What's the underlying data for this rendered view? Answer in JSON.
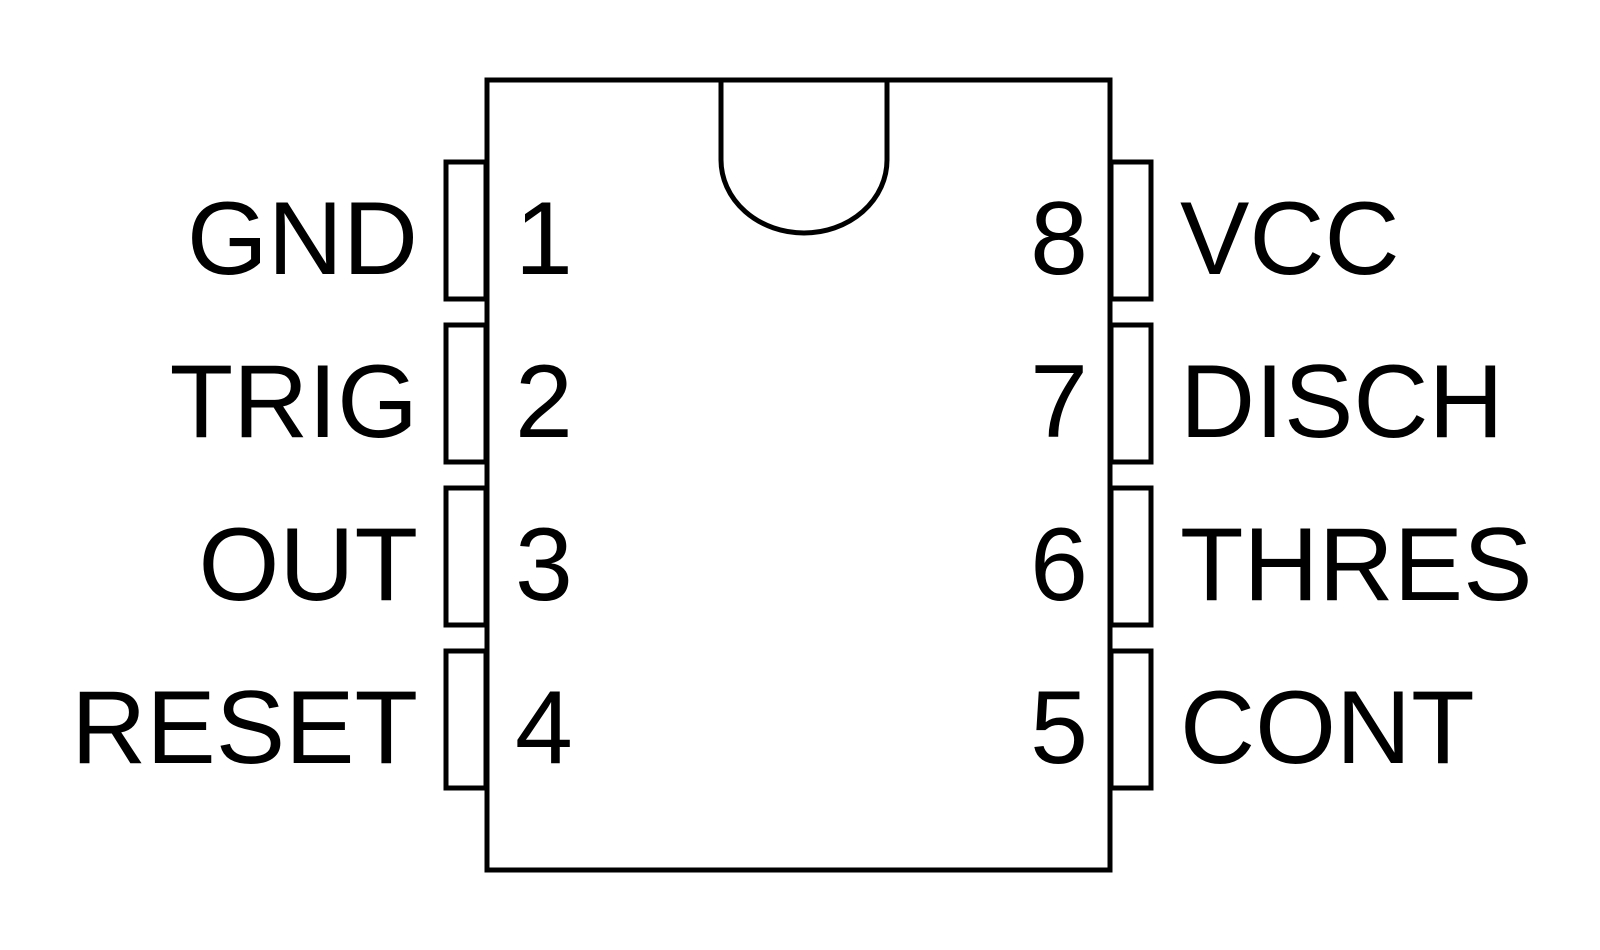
{
  "chip": {
    "left_pins": [
      {
        "number": "1",
        "name": "GND"
      },
      {
        "number": "2",
        "name": "TRIG"
      },
      {
        "number": "3",
        "name": "OUT"
      },
      {
        "number": "4",
        "name": "RESET"
      }
    ],
    "right_pins": [
      {
        "number": "8",
        "name": "VCC"
      },
      {
        "number": "7",
        "name": "DISCH"
      },
      {
        "number": "6",
        "name": "THRES"
      },
      {
        "number": "5",
        "name": "CONT"
      }
    ]
  },
  "colors": {
    "stroke": "#000000",
    "background": "#ffffff"
  }
}
